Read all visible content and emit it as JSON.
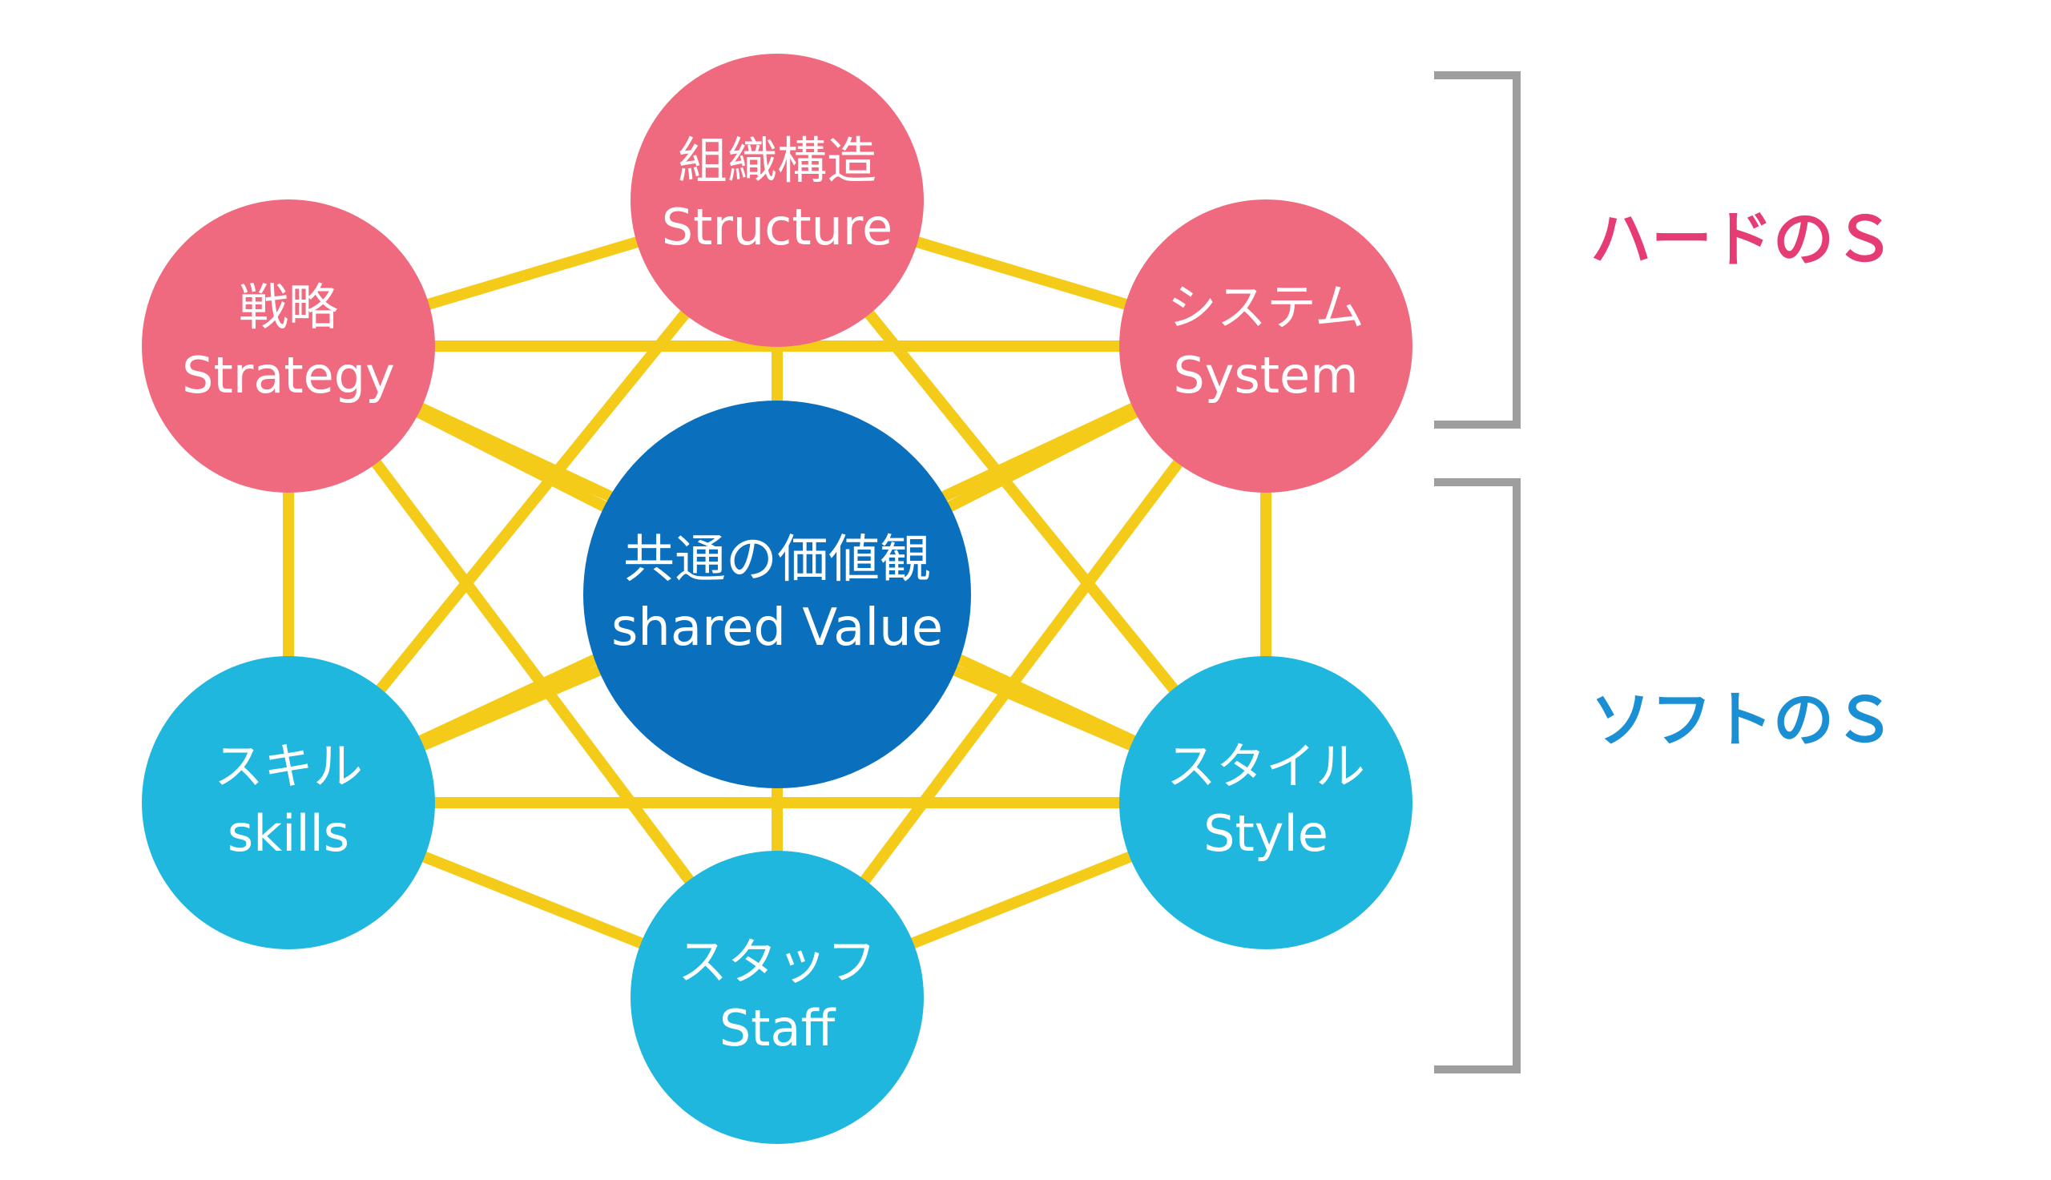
{
  "colors": {
    "hard": "#ef6a7e",
    "soft": "#1fb7de",
    "core": "#0a6fbc",
    "connector": "#f5cb1a",
    "bracket": "#9e9e9e",
    "hard_label": "#e63c74",
    "soft_label": "#1a8fd4"
  },
  "nodes": {
    "structure": {
      "jp": "組織構造",
      "en": "Structure",
      "group": "hard"
    },
    "strategy": {
      "jp": "戦略",
      "en": "Strategy",
      "group": "hard"
    },
    "system": {
      "jp": "システム",
      "en": "System",
      "group": "hard"
    },
    "shared_value": {
      "jp": "共通の価値観",
      "en": "shared Value",
      "group": "core"
    },
    "skills": {
      "jp": "スキル",
      "en": "skills",
      "group": "soft"
    },
    "style": {
      "jp": "スタイル",
      "en": "Style",
      "group": "soft"
    },
    "staff": {
      "jp": "スタッフ",
      "en": "Staff",
      "group": "soft"
    }
  },
  "connections": [
    [
      "strategy",
      "structure"
    ],
    [
      "strategy",
      "system"
    ],
    [
      "strategy",
      "skills"
    ],
    [
      "strategy",
      "style"
    ],
    [
      "strategy",
      "staff"
    ],
    [
      "strategy",
      "shared_value"
    ],
    [
      "structure",
      "system"
    ],
    [
      "structure",
      "skills"
    ],
    [
      "structure",
      "style"
    ],
    [
      "structure",
      "staff"
    ],
    [
      "structure",
      "shared_value"
    ],
    [
      "system",
      "skills"
    ],
    [
      "system",
      "style"
    ],
    [
      "system",
      "staff"
    ],
    [
      "system",
      "shared_value"
    ],
    [
      "skills",
      "style"
    ],
    [
      "skills",
      "staff"
    ],
    [
      "skills",
      "shared_value"
    ],
    [
      "style",
      "staff"
    ],
    [
      "style",
      "shared_value"
    ],
    [
      "staff",
      "shared_value"
    ]
  ],
  "groups": {
    "hard": {
      "label": "ハードのＳ"
    },
    "soft": {
      "label": "ソフトのＳ"
    }
  }
}
